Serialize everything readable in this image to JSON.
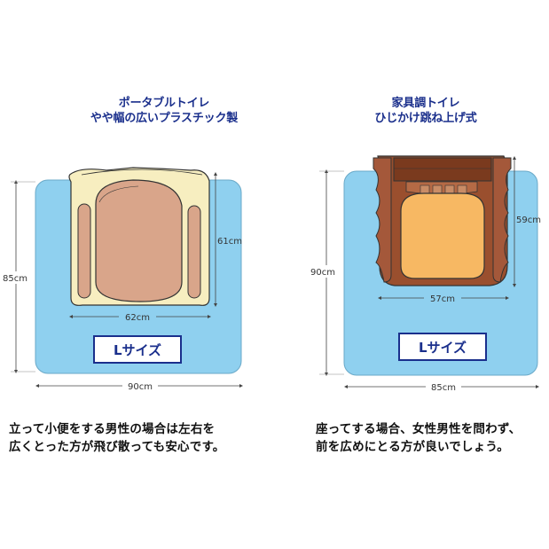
{
  "left": {
    "title_line1": "ポータブルトイレ",
    "title_line2": "やや幅の広いプラスチック製",
    "dim_height": "85cm",
    "dim_width": "90cm",
    "dim_toilet_depth": "61cm",
    "dim_toilet_width": "62cm",
    "size_badge": "Lサイズ",
    "desc_line1": "立って小便をする男性の場合は左右を",
    "desc_line2": "広くとった方が飛び散っても安心です。"
  },
  "right": {
    "title_line1": "家具調トイレ",
    "title_line2": "ひじかけ跳ね上げ式",
    "dim_height": "90cm",
    "dim_width": "85cm",
    "dim_toilet_depth": "59cm",
    "dim_toilet_width": "57cm",
    "size_badge": "Lサイズ",
    "desc_line1": "座ってする場合、女性男性を問わず、",
    "desc_line2": "前を広めにとる方が良いでしょう。"
  },
  "colors": {
    "mat": "#8fd0ef",
    "title": "#1a2f8c",
    "plastic": "#f7eec0",
    "seat": "#d9a58a",
    "wood": "#9a4f2e",
    "wood_dark": "#7a3a1e"
  }
}
